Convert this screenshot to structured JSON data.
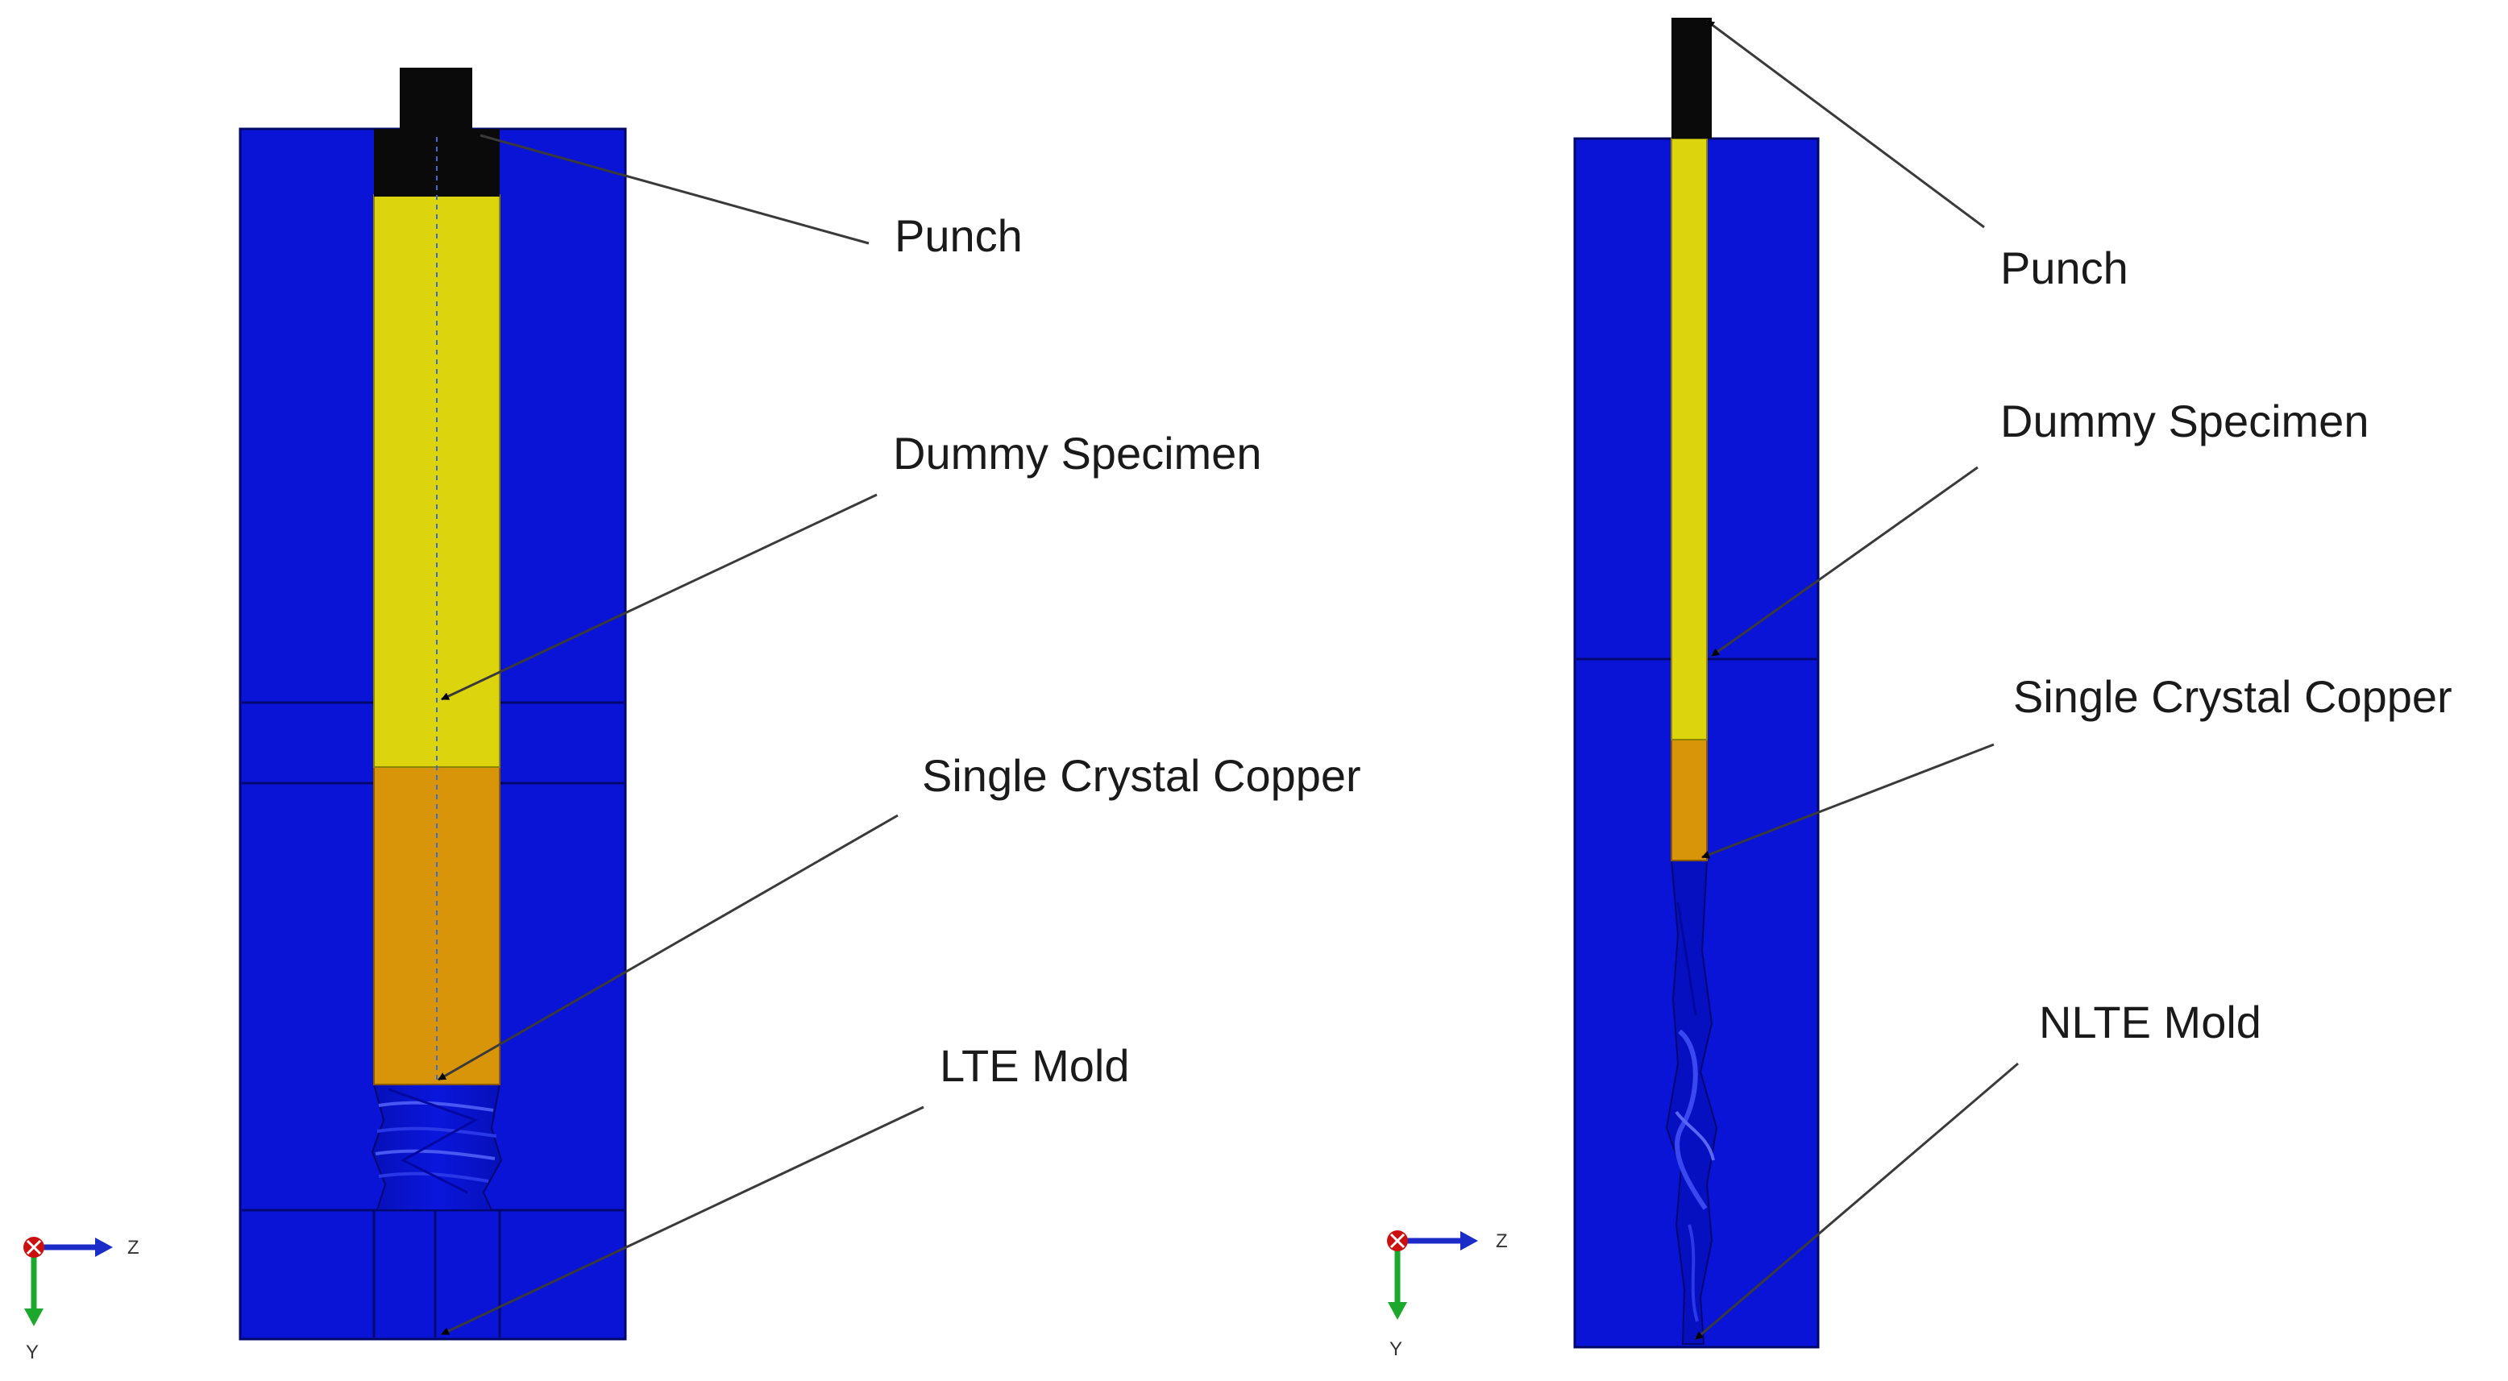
{
  "colors": {
    "mold": "#0a14d6",
    "mold_dark": "#0610a8",
    "mold_light": "#3a48f0",
    "punch": "#0a0a0a",
    "dummy_specimen": "#dcd40c",
    "copper": "#d9950a",
    "leader": "#3a3a3a",
    "axis_x": "#1c2cc8",
    "axis_y": "#1ca82c",
    "axis_origin": "#cc1010"
  },
  "left_assembly": {
    "labels": {
      "punch": "Punch",
      "dummy": "Dummy Specimen",
      "copper": "Single Crystal Copper",
      "mold": "LTE Mold"
    }
  },
  "right_assembly": {
    "labels": {
      "punch": "Punch",
      "dummy": "Dummy Specimen",
      "copper": "Single Crystal Copper",
      "mold": "NLTE Mold"
    }
  },
  "axes": {
    "horizontal": "Z",
    "vertical": "Y",
    "origin_icon": "x-circle-icon"
  }
}
